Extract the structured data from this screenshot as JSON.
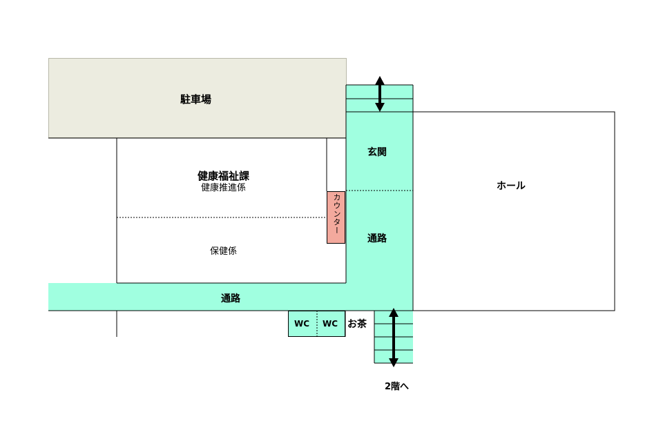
{
  "colors": {
    "corridor": "#a0ffe0",
    "parking": "#ecece0",
    "counter": "#f3a99d",
    "line": "#000000"
  },
  "floorplan": {
    "parking": "駐車場",
    "health_welfare_division": "健康福祉課",
    "health_promotion_section": "健康推進係",
    "insurance_health_section": "保健係",
    "counter": "カウンター",
    "entrance": "玄関",
    "corridor_vertical": "通路",
    "corridor_horizontal": "通路",
    "hall": "ホール",
    "wc_1": "WC",
    "wc_2": "WC",
    "tea_room": "お茶",
    "to_second_floor": "2階へ"
  },
  "icons": {
    "entrance_arrow": "double-arrow-vertical-icon",
    "stairs_arrow": "double-arrow-vertical-icon"
  }
}
